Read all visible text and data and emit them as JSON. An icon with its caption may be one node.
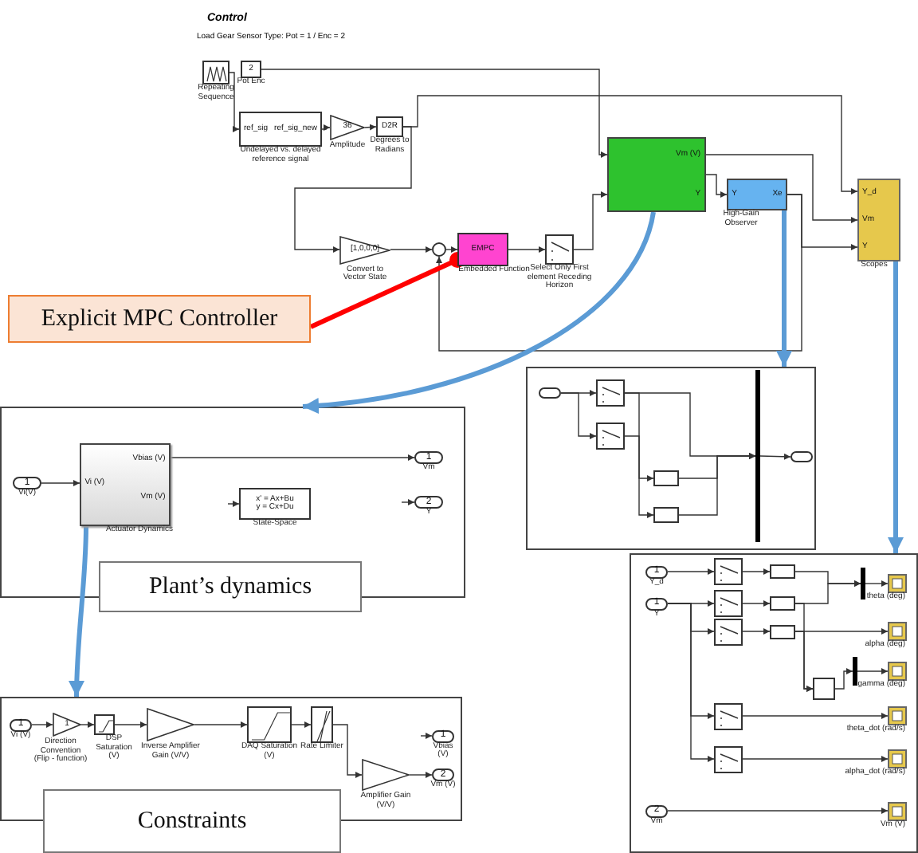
{
  "diagram": {
    "title": "Control",
    "nodes": [
      {
        "text": [],
        "shape": "box",
        "beside": [
          "Repeating Sequence"
        ]
      },
      {
        "text": [
          "2"
        ],
        "beside": [
          "Pot Enc"
        ]
      },
      {
        "text": [
          "ref_sig",
          "ref_sig_new"
        ],
        "beside": [
          "Undelayed vs. delayed reference signal"
        ]
      },
      {
        "text": [
          "36"
        ],
        "beside": [
          "Amplitude"
        ]
      },
      {
        "text": [
          "D2R"
        ],
        "beside": [
          "Degrees to Radians"
        ]
      },
      {
        "text": [
          "[1,0,0,0]"
        ],
        "beside": [
          "Convert to Vector State"
        ]
      },
      {
        "text": [],
        "shape": "circle"
      },
      {
        "text": [
          "EMPC"
        ],
        "beside": [
          "Embedded Function"
        ]
      },
      {
        "text": [],
        "shape": "box",
        "beside": [
          "Select Only First element Receding Horizon"
        ]
      },
      {
        "text": [
          "Vm (V)",
          "Y"
        ]
      },
      {
        "text": [
          "Y",
          "Xe"
        ],
        "beside": [
          "High-Gain Observer"
        ]
      },
      {
        "text": [
          "Y_d",
          "Vm",
          "Y"
        ],
        "beside": [
          "Scopes"
        ]
      },
      {
        "text": [
          "Explicit MPC Controller"
        ]
      },
      {
        "text": [],
        "shape": "box"
      },
      {
        "text": [
          "1"
        ],
        "beside": [
          "Vi(V)"
        ],
        "in": 13
      },
      {
        "text": [
          "Vi (V)",
          "Vbias (V)",
          "Vm (V)"
        ],
        "beside": [
          "Actuator Dynamics"
        ],
        "in": 13
      },
      {
        "text": [
          "x' = Ax+Bu",
          "y = Cx+Du"
        ],
        "beside": [
          "State-Space"
        ],
        "in": 13
      },
      {
        "text": [
          "1"
        ],
        "beside": [
          "Vm"
        ],
        "in": 13
      },
      {
        "text": [
          "2"
        ],
        "beside": [
          "Y"
        ],
        "in": 13
      },
      {
        "text": [
          "Plant’s dynamics"
        ]
      },
      {
        "text": [],
        "shape": "box"
      },
      {
        "text": [],
        "shape": "box",
        "in": 20
      },
      {
        "text": [],
        "shape": "box",
        "in": 20
      },
      {
        "text": [],
        "shape": "box",
        "in": 20
      },
      {
        "text": [],
        "shape": "box",
        "in": 20
      },
      {
        "text": [],
        "shape": "box",
        "in": 20
      },
      {
        "text": [],
        "shape": "bar",
        "in": 20
      },
      {
        "text": [],
        "shape": "box",
        "in": 20
      },
      {
        "text": [],
        "shape": "box"
      },
      {
        "text": [
          "1"
        ],
        "beside": [
          "Y_d"
        ],
        "in": 28
      },
      {
        "text": [
          "1"
        ],
        "beside": [
          "Y"
        ],
        "in": 28
      },
      {
        "text": [
          "2"
        ],
        "beside": [
          "Vm"
        ],
        "in": 28
      },
      {
        "text": [],
        "shape": "box",
        "in": 28
      },
      {
        "text": [],
        "shape": "box",
        "in": 28
      },
      {
        "text": [],
        "shape": "box",
        "in": 28
      },
      {
        "text": [],
        "shape": "box",
        "in": 28
      },
      {
        "text": [],
        "shape": "box",
        "in": 28
      },
      {
        "text": [],
        "shape": "box",
        "in": 28
      },
      {
        "text": [],
        "shape": "box",
        "in": 28
      },
      {
        "text": [],
        "shape": "box",
        "in": 28
      },
      {
        "text": [],
        "shape": "box",
        "in": 28
      },
      {
        "text": [],
        "shape": "bar",
        "in": 28
      },
      {
        "text": [],
        "shape": "bar",
        "in": 28
      },
      {
        "text": [],
        "shape": "box",
        "beside": [
          "theta (deg)"
        ],
        "in": 28
      },
      {
        "text": [],
        "shape": "box",
        "beside": [
          "alpha (deg)"
        ],
        "in": 28
      },
      {
        "text": [],
        "shape": "box",
        "beside": [
          "gamma (deg)"
        ],
        "in": 28
      },
      {
        "text": [],
        "shape": "box",
        "beside": [
          "theta_dot (rad/s)"
        ],
        "in": 28
      },
      {
        "text": [],
        "shape": "box",
        "beside": [
          "alpha_dot (rad/s)"
        ],
        "in": 28
      },
      {
        "text": [],
        "shape": "box",
        "beside": [
          "Vm (V)"
        ],
        "in": 28
      },
      {
        "text": [],
        "shape": "box"
      },
      {
        "text": [
          "1"
        ],
        "beside": [
          "Vi (V)"
        ],
        "in": 49
      },
      {
        "text": [
          "1"
        ],
        "beside": [
          "Direction Convention (Flip - function)"
        ],
        "in": 49
      },
      {
        "text": [],
        "shape": "box",
        "beside": [
          "DSP Saturation (V)"
        ],
        "in": 49
      },
      {
        "text": [],
        "shape": "triangle",
        "beside": [
          "Inverse Amplifier Gain (V/V)"
        ],
        "in": 49
      },
      {
        "text": [],
        "shape": "box",
        "beside": [
          "DAQ Saturation (V)"
        ],
        "in": 49
      },
      {
        "text": [],
        "shape": "box",
        "beside": [
          "Rate Limiter"
        ],
        "in": 49
      },
      {
        "text": [],
        "shape": "triangle",
        "beside": [
          "Amplifier Gain (V/V)"
        ],
        "in": 49
      },
      {
        "text": [
          "1"
        ],
        "beside": [
          "Vbias (V)"
        ],
        "in": 49
      },
      {
        "text": [
          "2"
        ],
        "beside": [
          "Vm (V)"
        ],
        "in": 49
      },
      {
        "text": [
          "Constraints"
        ]
      }
    ],
    "edges": [
      {
        "from": 0,
        "to": 2,
        "arrow": "to"
      },
      {
        "from": 2,
        "to": 3,
        "arrow": "to"
      },
      {
        "from": 3,
        "to": 4,
        "arrow": "to"
      },
      {
        "from": 4,
        "to": 5,
        "arrow": "to"
      },
      {
        "from": 5,
        "to": 6,
        "arrow": "to"
      },
      {
        "from": 6,
        "to": 7,
        "arrow": "to"
      },
      {
        "from": 7,
        "to": 8,
        "arrow": "to"
      },
      {
        "from": 8,
        "to": 9,
        "arrow": "to"
      },
      {
        "from": 1,
        "to": 9,
        "arrow": "to"
      },
      {
        "from": 9,
        "to": 10,
        "arrow": "to"
      },
      {
        "from": 9,
        "to": 11,
        "arrow": "to"
      },
      {
        "from": 10,
        "to": 11,
        "arrow": "to"
      },
      {
        "from": 10,
        "to": 6,
        "arrow": "to"
      },
      {
        "from": 4,
        "to": 11,
        "arrow": "to"
      },
      {
        "from": 12,
        "to": 7,
        "arrow": "other",
        "style": "thick",
        "color": "#ff0000"
      },
      {
        "from": 9,
        "to": 13,
        "arrow": "to",
        "style": "thick",
        "color": "#5b9bd5"
      },
      {
        "from": 10,
        "to": 20,
        "arrow": "to",
        "style": "thick",
        "color": "#5b9bd5"
      },
      {
        "from": 11,
        "to": 28,
        "arrow": "to",
        "style": "thick",
        "color": "#5b9bd5"
      },
      {
        "from": 15,
        "to": 49,
        "arrow": "to",
        "style": "thick",
        "color": "#5b9bd5"
      },
      {
        "from": 14,
        "to": 15,
        "arrow": "to"
      },
      {
        "from": 15,
        "to": 17,
        "arrow": "to"
      },
      {
        "from": null,
        "to": 16,
        "arrow": "to"
      },
      {
        "from": null,
        "to": 18,
        "arrow": "to"
      },
      {
        "from": 21,
        "to": 22,
        "arrow": "to"
      },
      {
        "from": 21,
        "to": 23,
        "arrow": "to"
      },
      {
        "from": 22,
        "to": 26,
        "arrow": "to"
      },
      {
        "from": 22,
        "to": 24,
        "arrow": "to"
      },
      {
        "from": 24,
        "to": 26,
        "arrow": "to"
      },
      {
        "from": 23,
        "to": 25,
        "arrow": "to"
      },
      {
        "from": 25,
        "to": 26,
        "arrow": "to"
      },
      {
        "from": 26,
        "to": 27,
        "arrow": "to"
      },
      {
        "from": 29,
        "to": 32,
        "arrow": "to"
      },
      {
        "from": 30,
        "to": 33,
        "arrow": "to"
      },
      {
        "from": 30,
        "to": 34,
        "arrow": "to"
      },
      {
        "from": 30,
        "to": 35,
        "arrow": "to"
      },
      {
        "from": 30,
        "to": 36,
        "arrow": "to"
      },
      {
        "from": 32,
        "to": 37,
        "arrow": "to"
      },
      {
        "from": 33,
        "to": 38,
        "arrow": "to"
      },
      {
        "from": 34,
        "to": 39,
        "arrow": "to"
      },
      {
        "from": 37,
        "to": 41,
        "arrow": "to"
      },
      {
        "from": 38,
        "to": 41,
        "arrow": "to"
      },
      {
        "from": 38,
        "to": 40,
        "arrow": "to"
      },
      {
        "from": 39,
        "to": 40,
        "arrow": "to"
      },
      {
        "from": 39,
        "to": 44,
        "arrow": "to"
      },
      {
        "from": 41,
        "to": 43,
        "arrow": "to"
      },
      {
        "from": 40,
        "to": 42,
        "arrow": "to"
      },
      {
        "from": 42,
        "to": 45,
        "arrow": "to"
      },
      {
        "from": 35,
        "to": 46,
        "arrow": "to"
      },
      {
        "from": 36,
        "to": 47,
        "arrow": "to"
      },
      {
        "from": 31,
        "to": 48,
        "arrow": "to"
      },
      {
        "from": 50,
        "to": 51,
        "arrow": "to"
      },
      {
        "from": 51,
        "to": 52,
        "arrow": "to"
      },
      {
        "from": 52,
        "to": 53,
        "arrow": "to"
      },
      {
        "from": 53,
        "to": 54,
        "arrow": "to"
      },
      {
        "from": 54,
        "to": 55,
        "arrow": "to"
      },
      {
        "from": 55,
        "to": 56,
        "arrow": "to"
      },
      {
        "from": 56,
        "to": 58,
        "arrow": "to"
      },
      {
        "from": null,
        "to": 57,
        "arrow": "to"
      }
    ],
    "labels": [
      "Load Gear Sensor Type: Pot = 1 / Enc = 2"
    ]
  }
}
